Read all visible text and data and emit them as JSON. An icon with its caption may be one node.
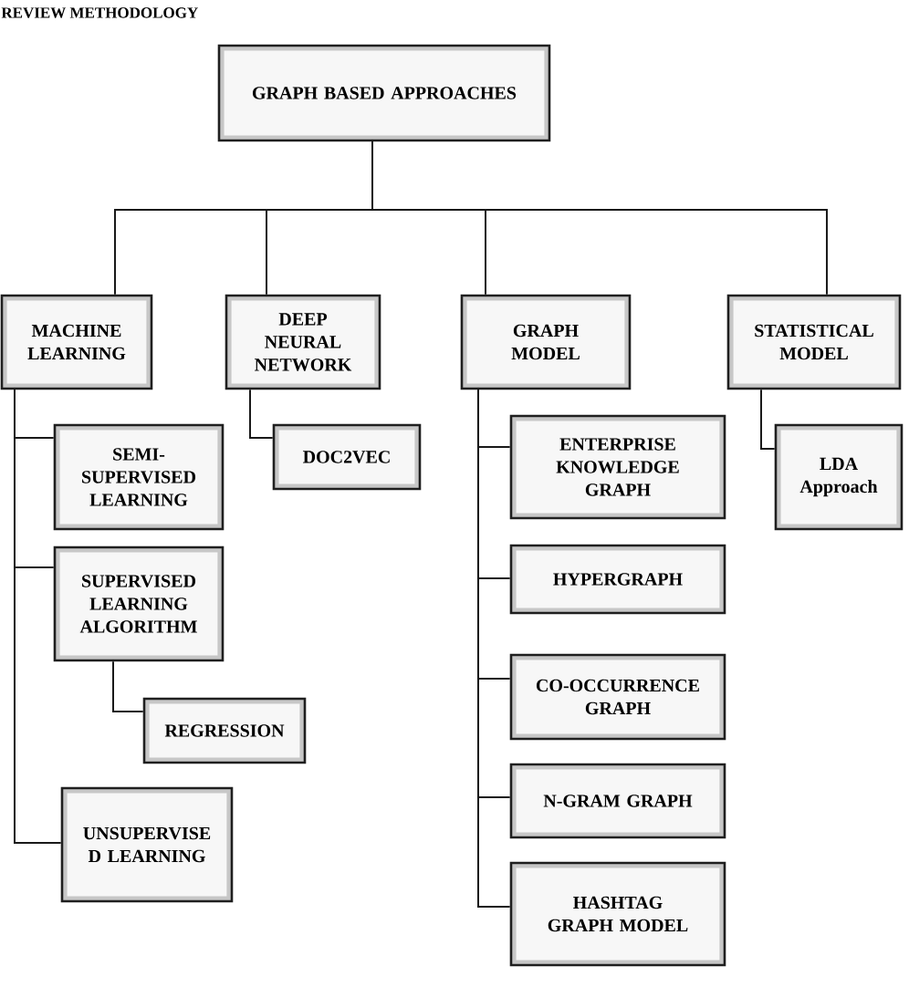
{
  "diagram": {
    "title": "REVIEW METHODOLOGY",
    "nodes": [
      {
        "text": [
          "GRAPH BASED APPROACHES"
        ]
      },
      {
        "text": [
          "MACHINE LEARNING"
        ]
      },
      {
        "text": [
          "DEEP NEURAL NETWORK"
        ]
      },
      {
        "text": [
          "GRAPH MODEL"
        ]
      },
      {
        "text": [
          "STATISTICAL MODEL"
        ]
      },
      {
        "text": [
          "SEMI- SUPERVISED LEARNING"
        ]
      },
      {
        "text": [
          "SUPERVISED LEARNING ALGORITHM"
        ]
      },
      {
        "text": [
          "REGRESSION"
        ]
      },
      {
        "text": [
          "UNSUPERVISE D LEARNING"
        ]
      },
      {
        "text": [
          "DOC2VEC"
        ]
      },
      {
        "text": [
          "ENTERPRISE KNOWLEDGE GRAPH"
        ]
      },
      {
        "text": [
          "HYPERGRAPH"
        ]
      },
      {
        "text": [
          "CO-OCCURRENCE GRAPH"
        ]
      },
      {
        "text": [
          "N-GRAM GRAPH"
        ]
      },
      {
        "text": [
          "HASHTAG GRAPH MODEL"
        ]
      },
      {
        "text": [
          "LDA Approach"
        ]
      }
    ],
    "edges": [
      {
        "from": 0,
        "to": 1,
        "arrow": "none"
      },
      {
        "from": 0,
        "to": 2,
        "arrow": "none"
      },
      {
        "from": 0,
        "to": 3,
        "arrow": "none"
      },
      {
        "from": 0,
        "to": 4,
        "arrow": "none"
      },
      {
        "from": 1,
        "to": 5,
        "arrow": "none"
      },
      {
        "from": 1,
        "to": 6,
        "arrow": "none"
      },
      {
        "from": 6,
        "to": 7,
        "arrow": "none"
      },
      {
        "from": 1,
        "to": 8,
        "arrow": "none"
      },
      {
        "from": 2,
        "to": 9,
        "arrow": "none"
      },
      {
        "from": 3,
        "to": 10,
        "arrow": "none"
      },
      {
        "from": 3,
        "to": 11,
        "arrow": "none"
      },
      {
        "from": 3,
        "to": 12,
        "arrow": "none"
      },
      {
        "from": 3,
        "to": 13,
        "arrow": "none"
      },
      {
        "from": 3,
        "to": 14,
        "arrow": "none"
      },
      {
        "from": 4,
        "to": 15,
        "arrow": "none"
      }
    ]
  }
}
